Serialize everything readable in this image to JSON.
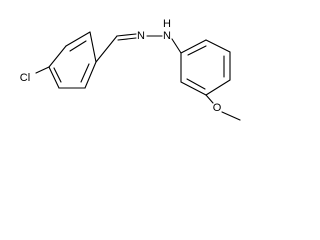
{
  "molecule": {
    "atoms": {
      "chlorine": "Cl",
      "nitrogen_imine": "N",
      "nitrogen_amine": "N",
      "hydrogen": "H",
      "oxygen": "O"
    }
  }
}
